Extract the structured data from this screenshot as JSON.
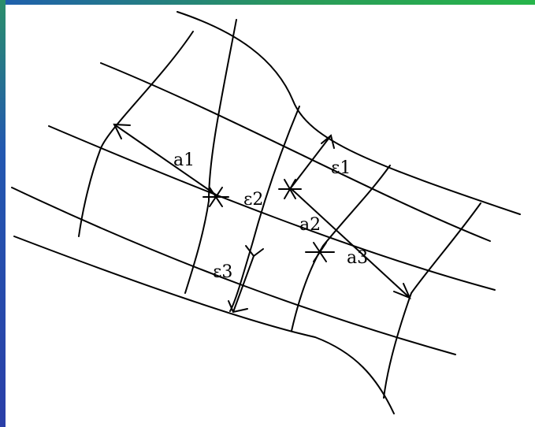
{
  "labels": {
    "a1": "a1",
    "a2": "a2",
    "a3": "a3",
    "e1": "ε1",
    "e2": "ε2",
    "e3": "ε3"
  },
  "colors": {
    "frame_top": "#27b54a",
    "frame_left": "#2a3fa8",
    "ink": "#000000",
    "background": "#ffffff"
  }
}
